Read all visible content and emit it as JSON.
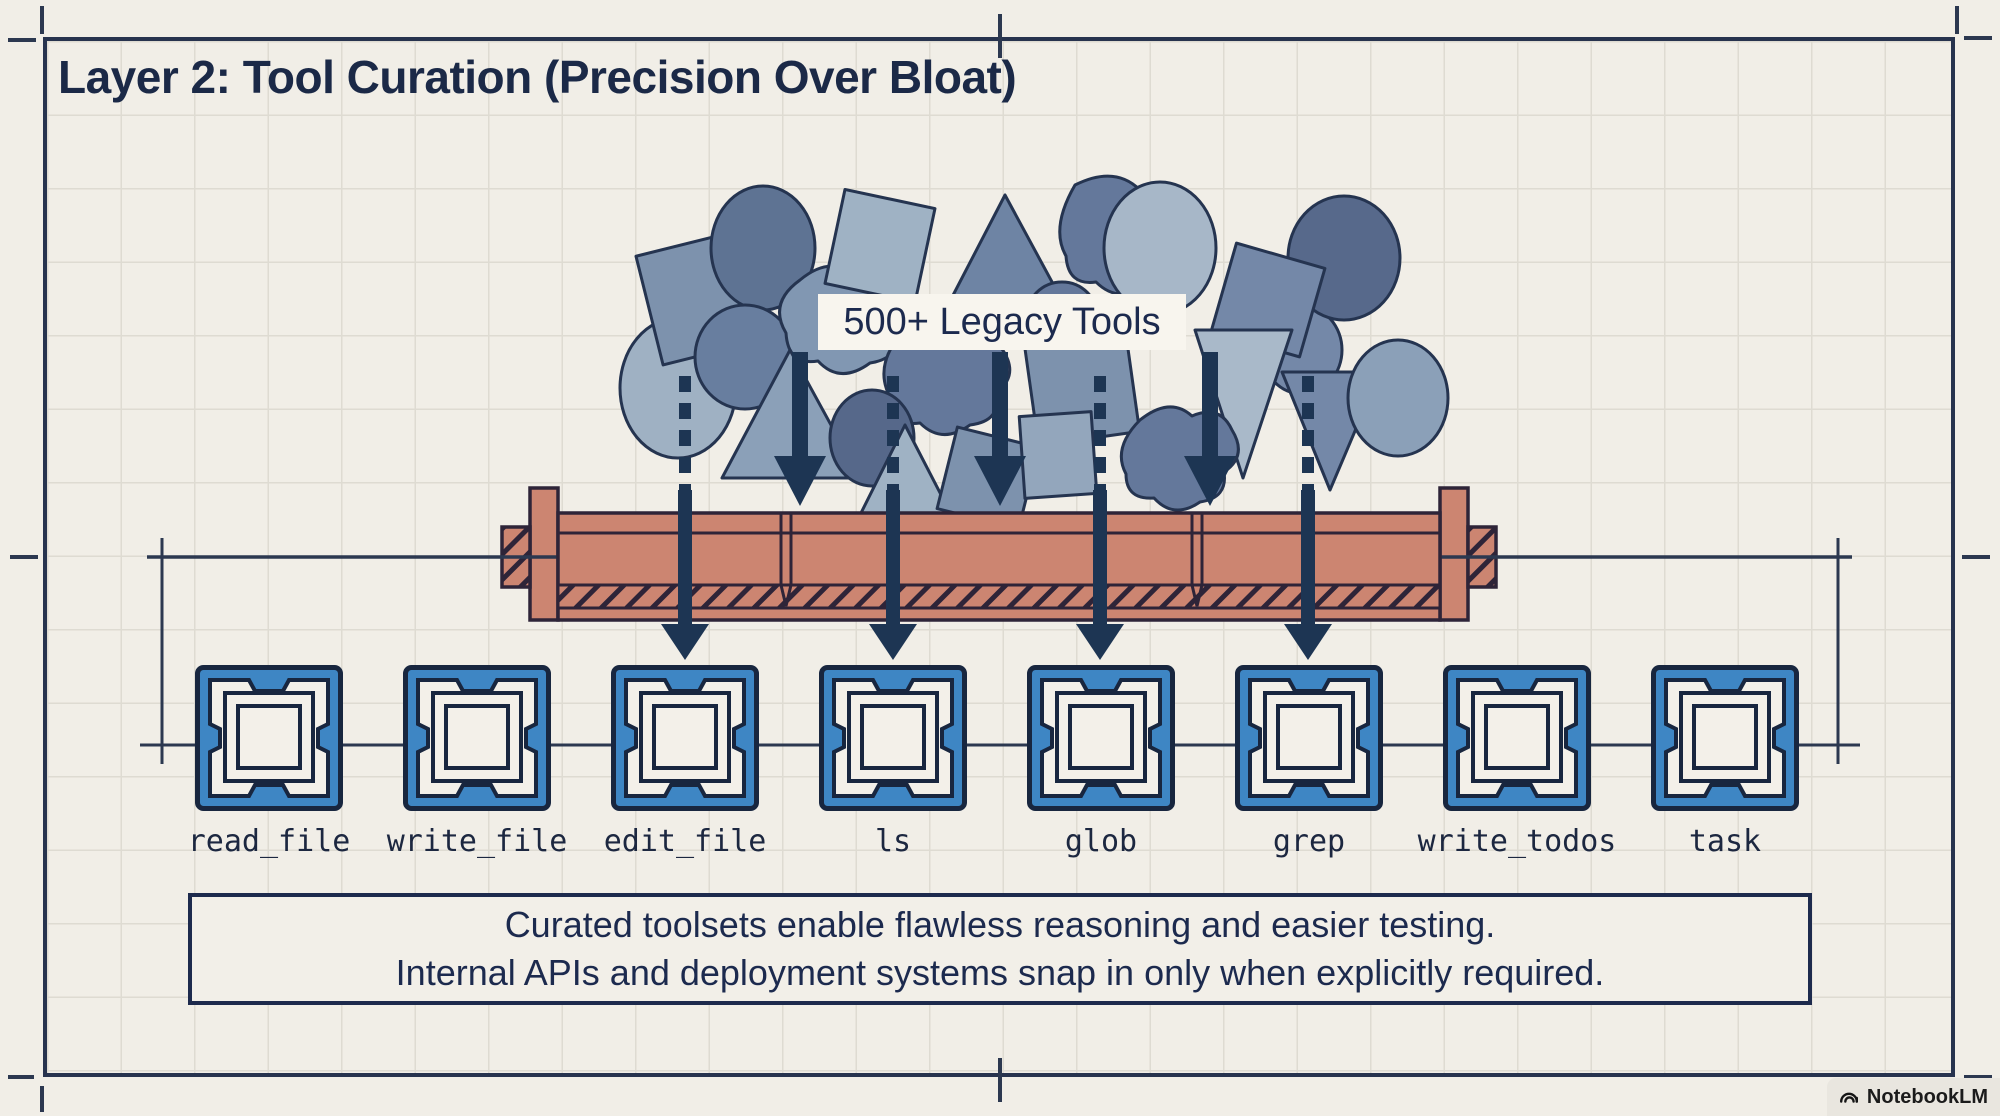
{
  "title": "Layer 2: Tool Curation (Precision Over Bloat)",
  "legacy": {
    "label": "500+ Legacy Tools"
  },
  "tools": [
    "read_file",
    "write_file",
    "edit_file",
    "ls",
    "glob",
    "grep",
    "write_todos",
    "task"
  ],
  "caption": {
    "line1": "Curated toolsets enable flawless reasoning and easier testing.",
    "line2": "Internal APIs and deployment systems snap in only when explicitly required."
  },
  "watermark": {
    "label": "NotebookLM"
  },
  "colors": {
    "navy": "#22304e",
    "arrow_navy": "#1d3553",
    "salmon": "#cc8571",
    "chip_blue": "#3e86c4",
    "background": "#f1eee7",
    "shape_slate": "#64789b"
  }
}
